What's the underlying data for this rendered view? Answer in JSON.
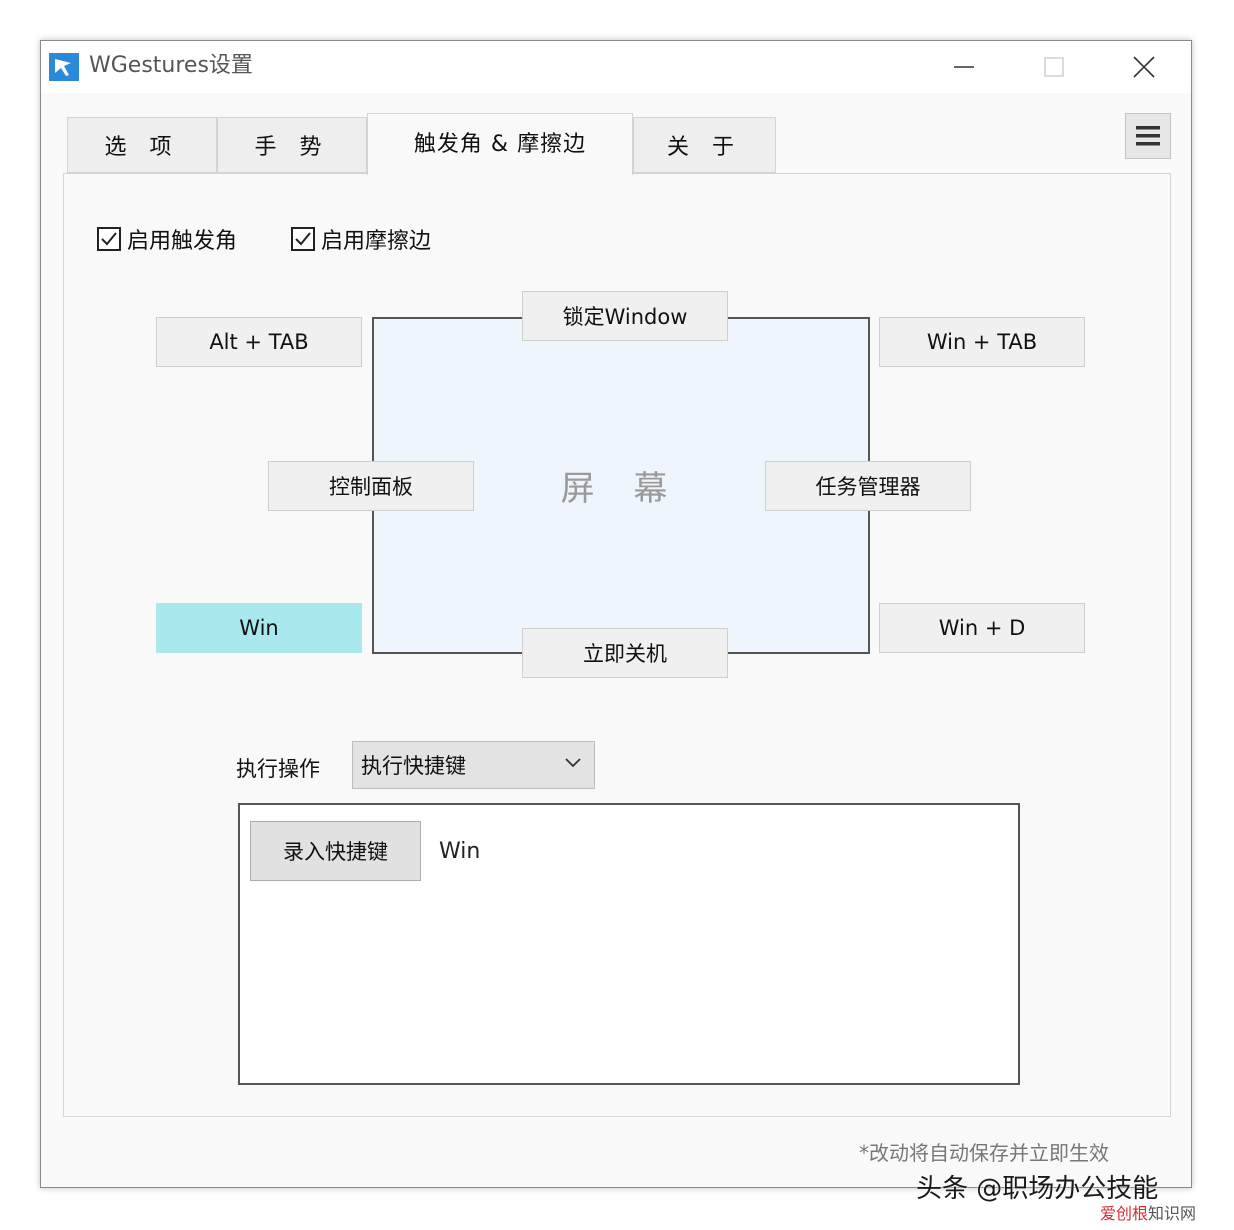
{
  "window": {
    "title": "WGestures设置"
  },
  "tabs": [
    {
      "label": "选 项",
      "active": false
    },
    {
      "label": "手 势",
      "active": false
    },
    {
      "label": "触发角 & 摩擦边",
      "active": true
    },
    {
      "label": "关 于",
      "active": false
    }
  ],
  "options": {
    "enable_hot_corner": {
      "label": "启用触发角",
      "checked": true
    },
    "enable_rub_edge": {
      "label": "启用摩擦边",
      "checked": true
    }
  },
  "screen": {
    "label": "屏 幕"
  },
  "actions": {
    "top_left_corner": "Alt + TAB",
    "top_edge": "锁定Window",
    "top_right_corner": "Win + TAB",
    "left_edge": "控制面板",
    "right_edge": "任务管理器",
    "bottom_left_corner": "Win",
    "bottom_edge": "立即关机",
    "bottom_right_corner": "Win + D"
  },
  "execute": {
    "label": "执行操作",
    "selected": "执行快捷键"
  },
  "shortcut": {
    "record_label": "录入快捷键",
    "value": "Win"
  },
  "footer": {
    "note": "*改动将自动保存并立即生效"
  },
  "watermark": {
    "text": "头条 @职场办公技能",
    "site_red": "爱创根",
    "site": "知识网"
  },
  "colors": {
    "selected_action": "#a9e8ec",
    "screen_fill": "#eef5fd",
    "logo_blue": "#2b8ad8"
  }
}
